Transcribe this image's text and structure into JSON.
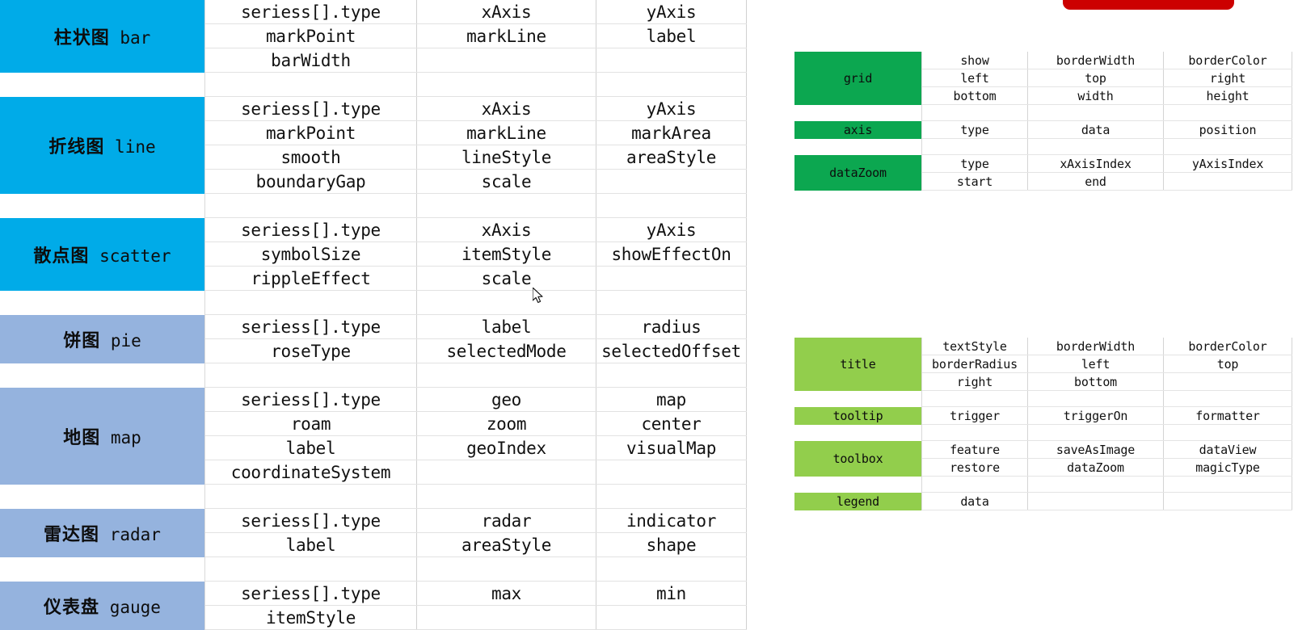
{
  "colors": {
    "cyan": "#00ABE8",
    "blue_gray": "#95B3DE",
    "green": "#0CA750",
    "light_green": "#92CE4C",
    "red": "#CC0000",
    "text": "#111111",
    "grid_line": "#d4d4d4"
  },
  "main_table": {
    "groups": [
      {
        "label_cn": "柱状图",
        "label_en": "bar",
        "label_color": "cyan",
        "rows": [
          [
            "seriess[].type",
            "xAxis",
            "yAxis"
          ],
          [
            "markPoint",
            "markLine",
            "label"
          ],
          [
            "barWidth",
            "",
            ""
          ]
        ]
      },
      {
        "label_cn": "折线图",
        "label_en": "line",
        "label_color": "cyan",
        "rows": [
          [
            "seriess[].type",
            "xAxis",
            "yAxis"
          ],
          [
            "markPoint",
            "markLine",
            "markArea"
          ],
          [
            "smooth",
            "lineStyle",
            "areaStyle"
          ],
          [
            "boundaryGap",
            "scale",
            ""
          ]
        ]
      },
      {
        "label_cn": "散点图",
        "label_en": "scatter",
        "label_color": "cyan",
        "rows": [
          [
            "seriess[].type",
            "xAxis",
            "yAxis"
          ],
          [
            "symbolSize",
            "itemStyle",
            "showEffectOn"
          ],
          [
            "rippleEffect",
            "scale",
            ""
          ]
        ]
      },
      {
        "label_cn": "饼图",
        "label_en": "pie",
        "label_color": "blue_gray",
        "rows": [
          [
            "seriess[].type",
            "label",
            "radius"
          ],
          [
            "roseType",
            "selectedMode",
            "selectedOffset"
          ]
        ]
      },
      {
        "label_cn": "地图",
        "label_en": "map",
        "label_color": "blue_gray",
        "rows": [
          [
            "seriess[].type",
            "geo",
            "map"
          ],
          [
            "roam",
            "zoom",
            "center"
          ],
          [
            "label",
            "geoIndex",
            "visualMap"
          ],
          [
            "coordinateSystem",
            "",
            ""
          ]
        ]
      },
      {
        "label_cn": "雷达图",
        "label_en": "radar",
        "label_color": "blue_gray",
        "rows": [
          [
            "seriess[].type",
            "radar",
            "indicator"
          ],
          [
            "label",
            "areaStyle",
            "shape"
          ]
        ]
      },
      {
        "label_cn": "仪表盘",
        "label_en": "gauge",
        "label_color": "blue_gray",
        "rows": [
          [
            "seriess[].type",
            "max",
            "min"
          ],
          [
            "itemStyle",
            "",
            ""
          ]
        ]
      }
    ]
  },
  "green_table": {
    "groups": [
      {
        "label": "grid",
        "rows": [
          [
            "show",
            "borderWidth",
            "borderColor"
          ],
          [
            "left",
            "top",
            "right"
          ],
          [
            "bottom",
            "width",
            "height"
          ]
        ]
      },
      {
        "label": "axis",
        "rows": [
          [
            "type",
            "data",
            "position"
          ]
        ]
      },
      {
        "label": "dataZoom",
        "rows": [
          [
            "type",
            "xAxisIndex",
            "yAxisIndex"
          ],
          [
            "start",
            "end",
            ""
          ]
        ]
      }
    ]
  },
  "light_green_table": {
    "groups": [
      {
        "label": "title",
        "rows": [
          [
            "textStyle",
            "borderWidth",
            "borderColor"
          ],
          [
            "borderRadius",
            "left",
            "top"
          ],
          [
            "right",
            "bottom",
            ""
          ]
        ]
      },
      {
        "label": "tooltip",
        "rows": [
          [
            "trigger",
            "triggerOn",
            "formatter"
          ]
        ]
      },
      {
        "label": "toolbox",
        "rows": [
          [
            "feature",
            "saveAsImage",
            "dataView"
          ],
          [
            "restore",
            "dataZoom",
            "magicType"
          ]
        ]
      },
      {
        "label": "legend",
        "rows": [
          [
            "data",
            "",
            ""
          ]
        ]
      }
    ]
  }
}
